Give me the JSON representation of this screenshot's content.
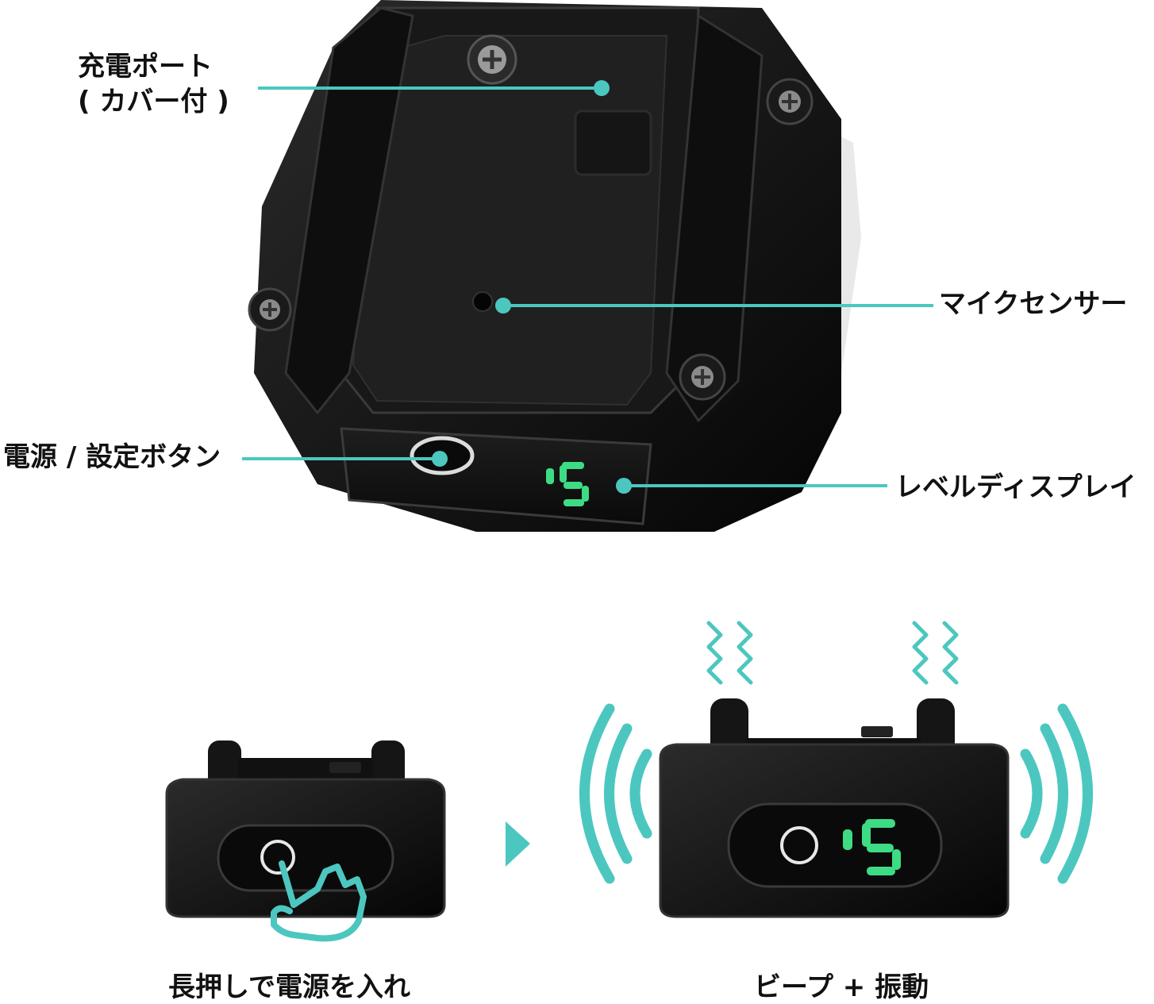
{
  "callouts": {
    "charging_port_line1": "充電ポート",
    "charging_port_line2": "( カバー付 )",
    "mic_sensor": "マイクセンサー",
    "power_button": "電源 / 設定ボタン",
    "level_display": "レベルディスプレイ"
  },
  "steps": {
    "step1_caption": "長押しで電源を入れ",
    "step2_caption": "ビープ + 振動"
  },
  "display_digit": "5",
  "colors": {
    "accent": "#4cc7c0",
    "display_green": "#3ddc84",
    "device_body": "#111111"
  }
}
